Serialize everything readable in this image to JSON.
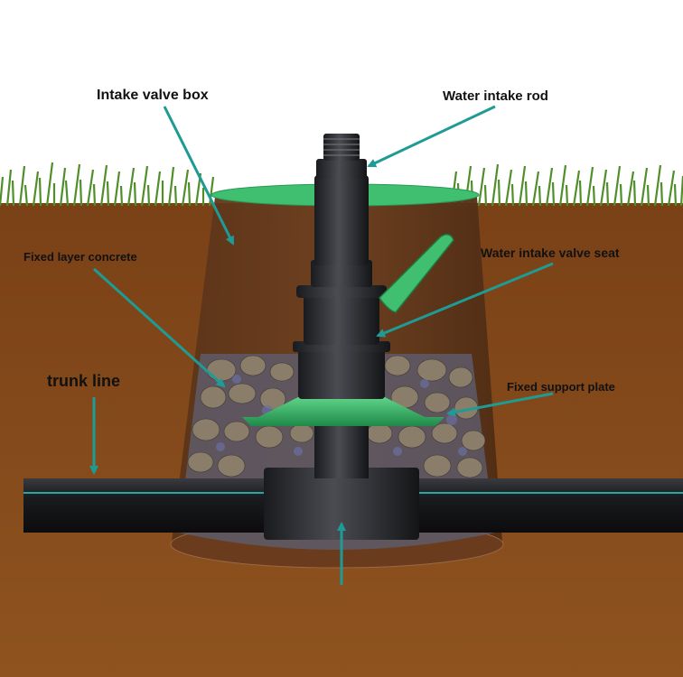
{
  "labels": {
    "intake_valve_box": "Intake valve box",
    "water_intake_rod": "Water intake rod",
    "fixed_layer_concrete": "Fixed layer concrete",
    "water_intake_valve_seat": "Water intake valve seat",
    "trunk_line": "trunk line",
    "fixed_support_plate": "Fixed support plate"
  },
  "colors": {
    "soil": "#8a4c1c",
    "sky": "#ffffff",
    "grass": "#4f8f2a",
    "lid_green": "#3fbf6f",
    "pipe": "#1c1d20",
    "pipe_stripe": "#2aa6a0",
    "arrow": "#1f9b96"
  }
}
